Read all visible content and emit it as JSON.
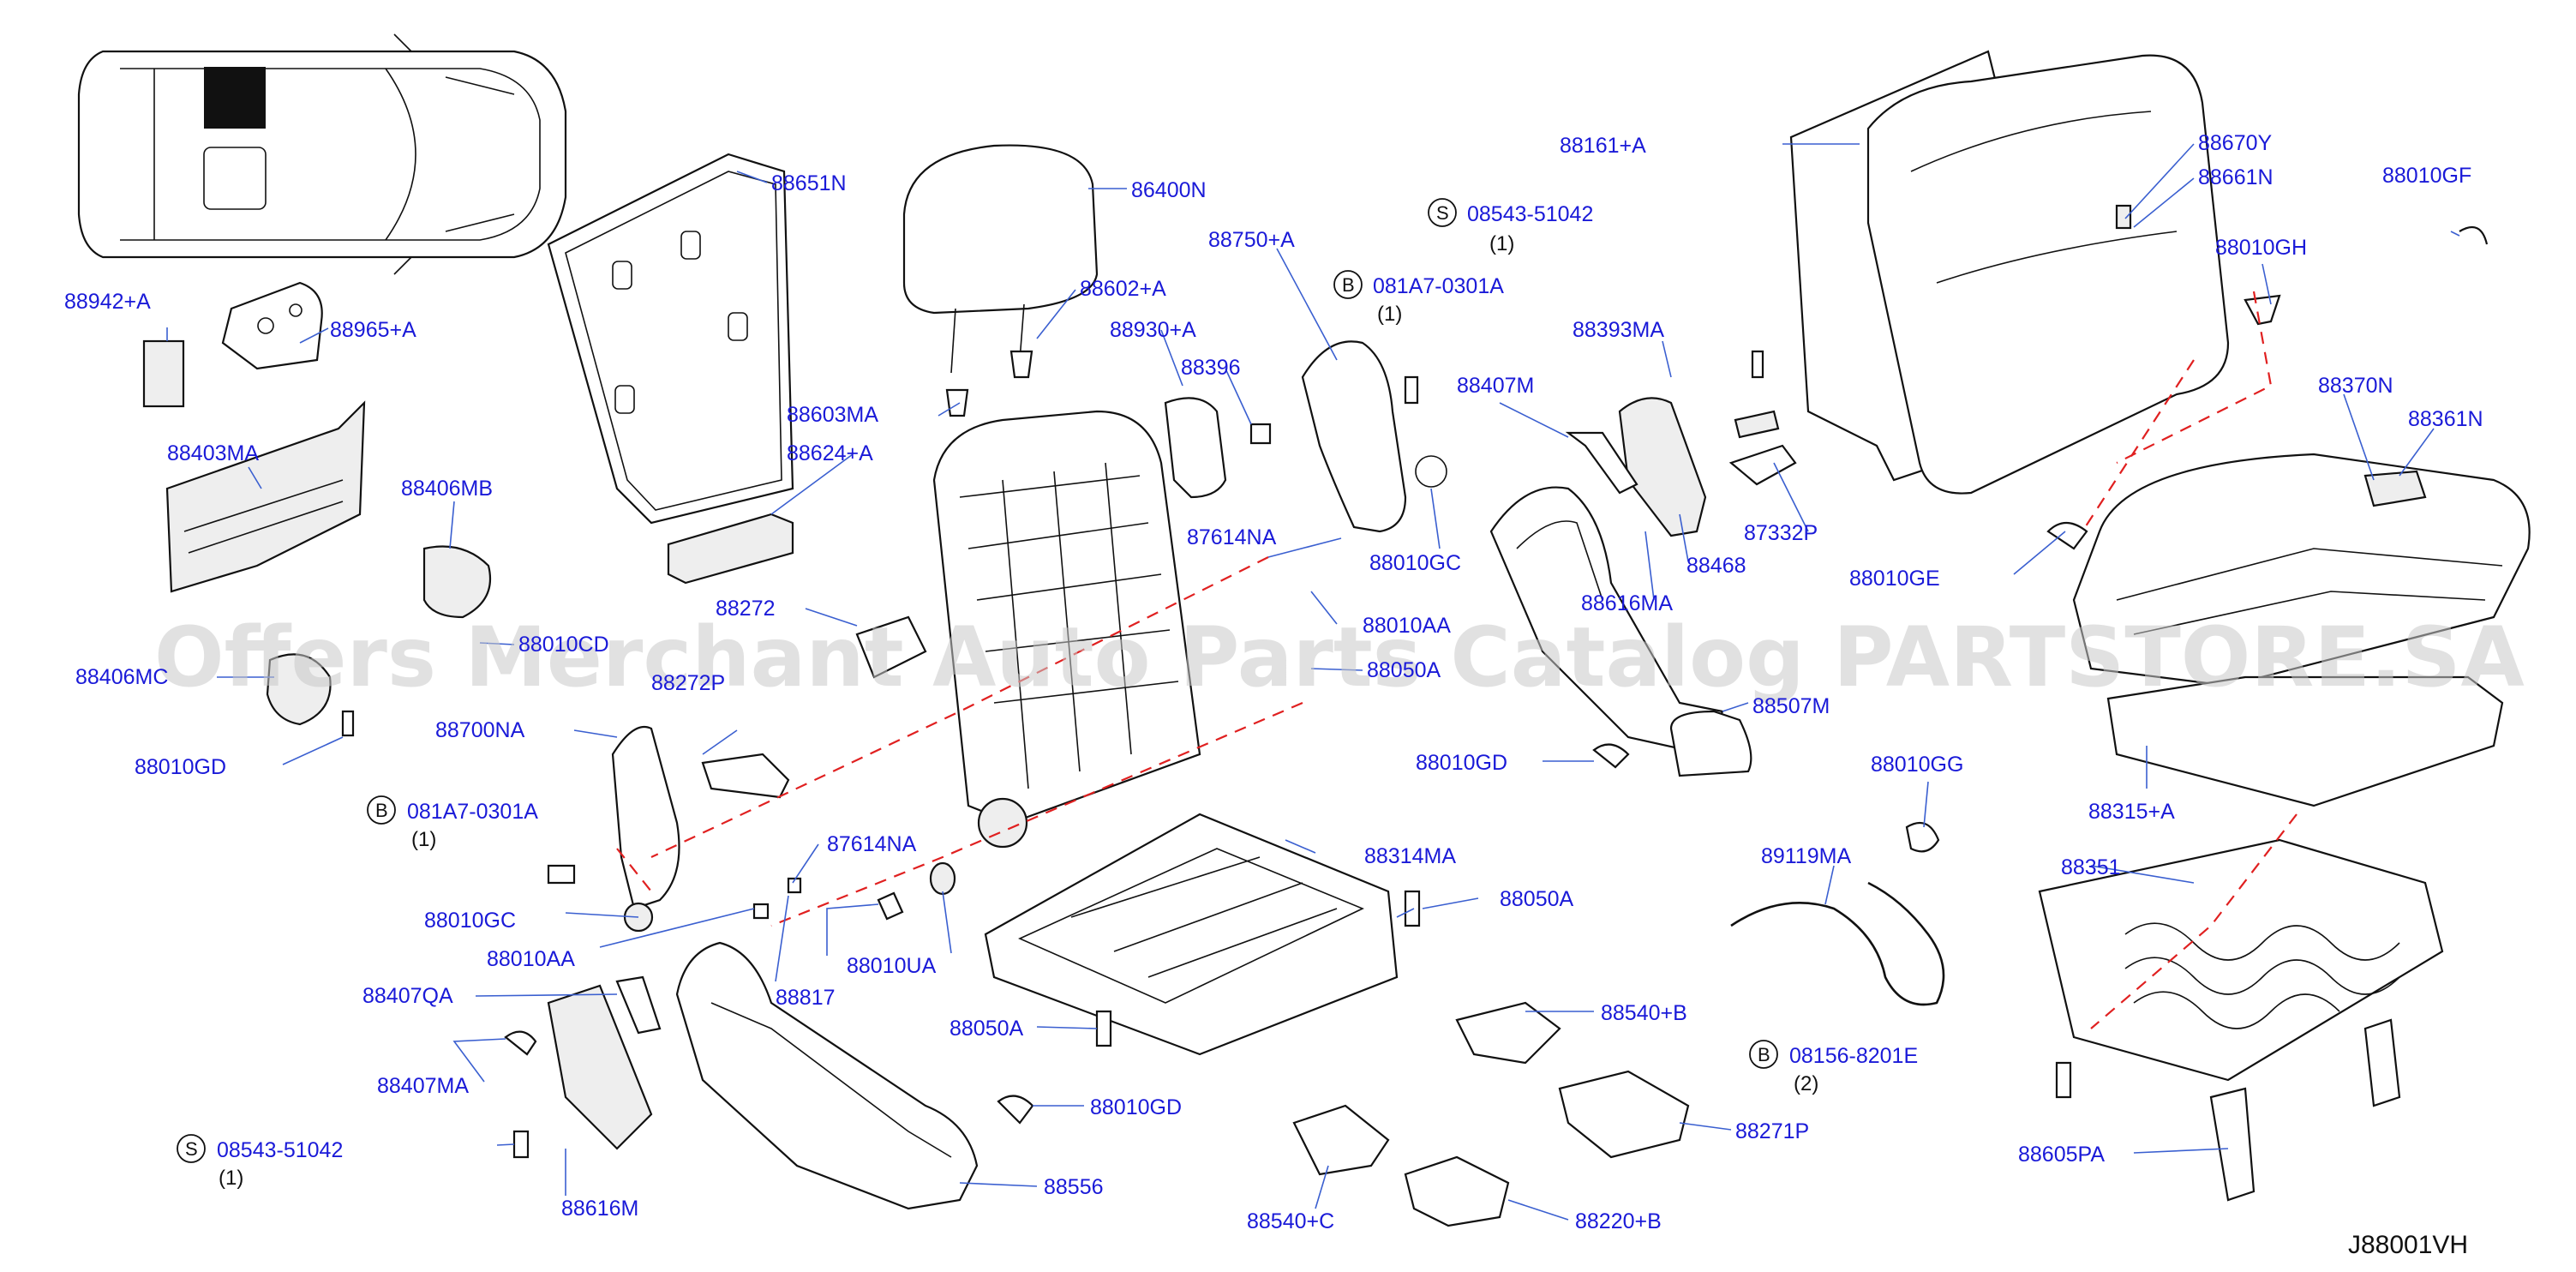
{
  "watermark": "Offers Merchant Auto Parts Catalog PARTSTORE.SA",
  "diagram_code": "J88001VH",
  "part_labels": [
    "88651N",
    "86400N",
    "88161+A",
    "88670Y",
    "88661N",
    "88010GF",
    "88602+A",
    "88750+A",
    "88930+A",
    "88396",
    "88603MA",
    "88624+A",
    "88942+A",
    "88965+A",
    "88403MA",
    "88406MB",
    "88010CD",
    "88406MC",
    "88010GD",
    "88272",
    "88272P",
    "88700NA",
    "88010GH",
    "88393MA",
    "88407M",
    "88468",
    "87332P",
    "88616MA",
    "88010GE",
    "88370N",
    "88361N",
    "87614NA",
    "88010AA",
    "88050A",
    "88010GC",
    "88507M",
    "88010GD",
    "88010GG",
    "88315+A",
    "88314MA",
    "88050A",
    "89119MA",
    "88351",
    "87614NA",
    "88010GC",
    "88010AA",
    "88010UA",
    "88817",
    "88050A",
    "88407QA",
    "88407MA",
    "88540+B",
    "88010GD",
    "88271P",
    "88616M",
    "88556",
    "88540+C",
    "88220+B",
    "88605PA"
  ],
  "fasteners": [
    {
      "letter": "S",
      "number": "08543-51042",
      "qty": "(1)"
    },
    {
      "letter": "B",
      "number": "081A7-0301A",
      "qty": "(1)"
    },
    {
      "letter": "B",
      "number": "081A7-0301A",
      "qty": "(1)"
    },
    {
      "letter": "B",
      "number": "08156-8201E",
      "qty": "(2)"
    },
    {
      "letter": "S",
      "number": "08543-51042",
      "qty": "(1)"
    }
  ]
}
